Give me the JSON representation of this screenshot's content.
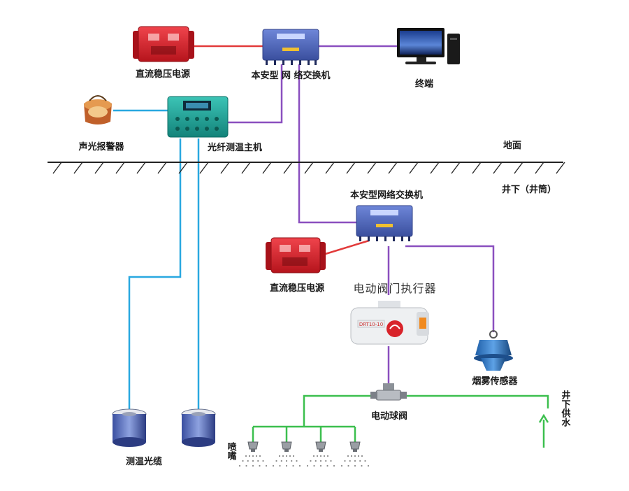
{
  "labels": {
    "dc_power_top": "直流稳压电源",
    "switch_top": "本安型 网 络交换机",
    "terminal": "终端",
    "alarm": "声光报警器",
    "fiber_host": "光纤测温主机",
    "ground": "地面",
    "underground": "井下（井筒）",
    "switch_bottom": "本安型网络交换机",
    "dc_power_bottom": "直流稳压电源",
    "valve_actuator": "电动阀门执行器",
    "smoke_sensor": "烟雾传感器",
    "ball_valve": "电动球阀",
    "fiber_cable": "测温光缆",
    "nozzle": "喷嘴",
    "water_supply": "井下供水",
    "actuator_plate": "DRT10-10"
  },
  "colors": {
    "power_line": "#e23a3a",
    "network_line": "#8a4fbf",
    "fiber_line": "#29a8e0",
    "water_line": "#3cbf4e",
    "power_box": "#d8202a",
    "switch_box": "#4a63b8",
    "host_box": "#1fa79a"
  }
}
